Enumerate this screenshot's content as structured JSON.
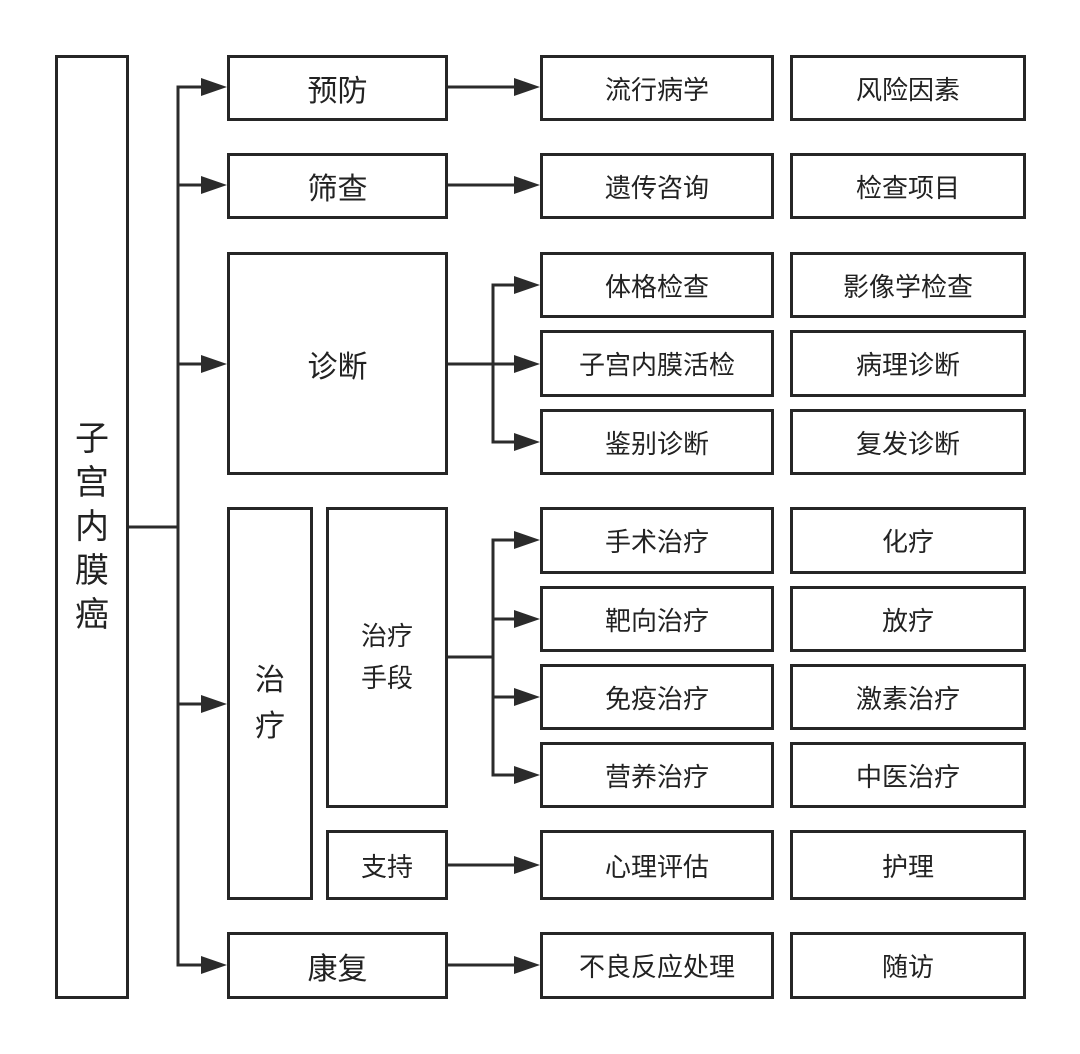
{
  "diagram": {
    "root": "子宫内膜癌",
    "prevention": {
      "label": "预防",
      "items": [
        "流行病学",
        "风险因素"
      ]
    },
    "screening": {
      "label": "筛查",
      "items": [
        "遗传咨询",
        "检查项目"
      ]
    },
    "diagnosis": {
      "label": "诊断",
      "rows": [
        [
          "体格检查",
          "影像学检查"
        ],
        [
          "子宫内膜活检",
          "病理诊断"
        ],
        [
          "鉴别诊断",
          "复发诊断"
        ]
      ]
    },
    "treatment": {
      "label": "治疗",
      "methods": {
        "label": "治疗手段",
        "rows": [
          [
            "手术治疗",
            "化疗"
          ],
          [
            "靶向治疗",
            "放疗"
          ],
          [
            "免疫治疗",
            "激素治疗"
          ],
          [
            "营养治疗",
            "中医治疗"
          ]
        ]
      },
      "support": {
        "label": "支持",
        "items": [
          "心理评估",
          "护理"
        ]
      }
    },
    "rehabilitation": {
      "label": "康复",
      "items": [
        "不良反应处理",
        "随访"
      ]
    }
  },
  "colors": {
    "border": "#262626",
    "line": "#2b2b2b",
    "background": "#ffffff"
  }
}
